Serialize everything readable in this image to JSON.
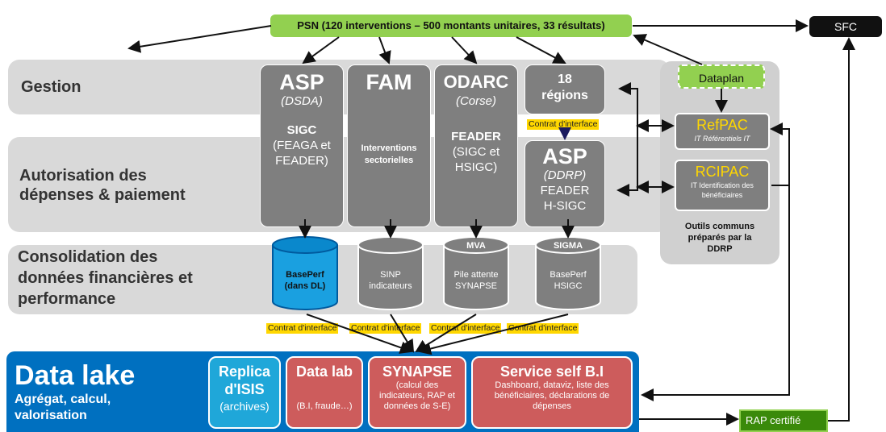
{
  "psn": "PSN (120 interventions – 500 montants unitaires, 33 résultats)",
  "sfc": "SFC",
  "bands": {
    "gestion": "Gestion",
    "autorisation_l1": "Autorisation des",
    "autorisation_l2": "dépenses & paiement",
    "consolidation_l1": "Consolidation des",
    "consolidation_l2": "données financières et",
    "consolidation_l3": "performance"
  },
  "columns": {
    "asp": {
      "title": "ASP",
      "sub": "(DSDA)",
      "sigc": "SIGC",
      "l1": "(FEAGA et",
      "l2": "FEADER)"
    },
    "fam": {
      "title": "FAM",
      "l1": "Interventions",
      "l2": "sectorielles"
    },
    "odarc": {
      "title": "ODARC",
      "sub": "(Corse)",
      "feader": "FEADER",
      "l1": "(SIGC et",
      "l2": "HSIGC)"
    },
    "regions": {
      "l1": "18",
      "l2": "régions"
    },
    "asp2": {
      "title": "ASP",
      "sub": "(DDRP)",
      "l1": "FEADER",
      "l2": "H-SIGC"
    }
  },
  "contrat": "Contrat d'interface",
  "databases": {
    "baseperf": {
      "l1": "BasePerf",
      "l2": "(dans DL)"
    },
    "sinp": {
      "l1": "SINP",
      "l2": "indicateurs"
    },
    "mva": {
      "label": "MVA",
      "l1": "Pile attente",
      "l2": "SYNAPSE"
    },
    "sigma": {
      "label": "SIGMA",
      "l1": "BasePerf",
      "l2": "HSIGC"
    }
  },
  "tools": {
    "dataplan": "Dataplan",
    "refpac": {
      "title": "RefPAC",
      "sub": "IT Référentiels IT"
    },
    "rcipac": {
      "title": "RCIPAC",
      "sub_l1": "IT Identification des",
      "sub_l2": "bénéficiaires"
    },
    "outils_l1": "Outils communs",
    "outils_l2": "préparés par la",
    "outils_l3": "DDRP"
  },
  "datalake": {
    "title": "Data lake",
    "sub_l1": "Agrégat, calcul,",
    "sub_l2": "valorisation",
    "replica": {
      "l1": "Replica",
      "l2": "d'ISIS",
      "l3": "(archives)"
    },
    "datalab": {
      "title": "Data lab",
      "sub": "(B.I, fraude…)"
    },
    "synapse": {
      "title": "SYNAPSE",
      "l1": "(calcul des",
      "l2": "indicateurs, RAP et",
      "l3": "données de S-E)"
    },
    "selfbi": {
      "title": "Service self B.I",
      "l1": "Dashboard, dataviz, liste des",
      "l2": "bénéficiaires, déclarations de",
      "l3": "dépenses"
    }
  },
  "rap": "RAP certifié",
  "colors": {
    "band": "#d9d9d9",
    "column": "#7f7f7f",
    "green": "#92d050",
    "datalake": "#0070c0",
    "replica": "#1fa7d9",
    "red": "#cd5c5c",
    "yellow": "#ffd700"
  }
}
